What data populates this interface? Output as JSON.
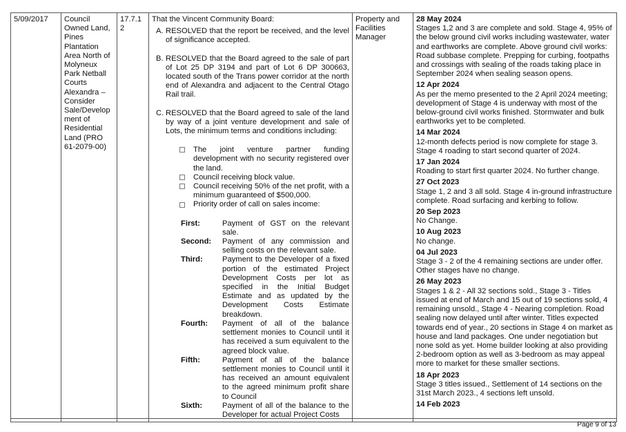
{
  "row": {
    "date": "5/09/2017",
    "subject": "Council Owned Land, Pines Plantation Area North of Molyneux Park Netball Courts Alexandra – Consider Sale/Develop ment of Residential Land (PRO 61-2079-00)",
    "item": "17.7.1 2",
    "resolution": {
      "intro": "That the Vincent Community Board:",
      "points": [
        {
          "label": "A.",
          "text": "RESOLVED that the report be received, and the level of significance accepted."
        },
        {
          "label": "B.",
          "text": "RESOLVED that the Board agreed to the sale of part of Lot 25 DP 3194 and part of Lot 6 DP 300663, located south of the Trans power corridor at the north end of Alexandra and adjacent to the Central Otago Rail trail."
        },
        {
          "label": "C.",
          "text": "RESOLVED that the Board agreed to sale of the land by way of a joint venture development and sale of Lots, the minimum terms and conditions including:"
        }
      ],
      "bullets": [
        "The joint venture partner funding development with no security registered over the land.",
        "Council receiving block value.",
        "Council receiving 50% of the net profit, with a minimum guaranteed of $500,000.",
        "Priority order of call on sales income:"
      ],
      "terms": [
        {
          "label": "First:",
          "text": "Payment of GST on the relevant sale."
        },
        {
          "label": "Second:",
          "text": "Payment of any commission and selling costs on the relevant sale."
        },
        {
          "label": "Third:",
          "text": "Payment to the Developer of a fixed portion of the estimated Project Development Costs per lot as specified in the Initial Budget Estimate and as updated by the Development Costs Estimate breakdown."
        },
        {
          "label": "Fourth:",
          "text": "Payment of all of the balance settlement monies to Council until it has received a sum equivalent to the agreed block value."
        },
        {
          "label": "Fifth:",
          "text": "Payment of all of the balance settlement monies to Council until it has received an amount equivalent to the agreed minimum profit share to Council"
        },
        {
          "label": "Sixth:",
          "text": "Payment of all of the balance to the Developer for actual Project Costs"
        }
      ]
    },
    "responsible": "Property and Facilities Manager",
    "updates": [
      {
        "date": "28 May 2024",
        "text": "Stages 1,2 and 3 are complete and sold. Stage 4, 95% of the below ground civil works including wastewater, water and earthworks are complete. Above ground civil works: Road subbase complete. Prepping for curbing, footpaths and crossings with sealing of the roads taking place in September 2024 when sealing season opens."
      },
      {
        "date": "12 Apr 2024",
        "text": "As per the memo presented to the 2 April 2024 meeting; development of Stage 4 is underway with most of the below-ground civil works finished.  Stormwater and bulk earthworks yet to be completed."
      },
      {
        "date": "14 Mar 2024",
        "text": "12-month defects period is now complete for stage 3. Stage 4 roading to start second quarter of 2024."
      },
      {
        "date": "17 Jan 2024",
        "text": "Roading to start first quarter 2024. No further change."
      },
      {
        "date": "27 Oct 2023",
        "text": "Stage 1, 2 and 3 all sold. Stage 4 in-ground infrastructure complete. Road surfacing and kerbing to follow."
      },
      {
        "date": "20 Sep 2023",
        "text": "No Change."
      },
      {
        "date": "10 Aug 2023",
        "text": "No change."
      },
      {
        "date": "04 Jul 2023",
        "text": "Stage 3 - 2 of the 4 remaining sections are under offer. Other stages have no change."
      },
      {
        "date": "26 May 2023",
        "text": "Stages 1 & 2 - All 32 sections sold., Stage 3 - Titles issued at end of March and 15 out of 19 sections sold, 4 remaining unsold., Stage 4 - Nearing completion. Road sealing now delayed until after winter. Titles expected towards end of year., 20 sections in Stage 4 on market as house and land packages. One under negotiation but none sold as yet. Home builder looking at also providing 2-bedroom option as well as 3-bedroom as may appeal more to market for these smaller sections."
      },
      {
        "date": "18 Apr 2023",
        "text": "Stage 3 titles issued., Settlement of 14 sections on the 31st March 2023., 4 sections left unsold."
      },
      {
        "date": "14 Feb 2023",
        "text": ""
      }
    ]
  },
  "footer": {
    "page": "Page 9 of 13"
  }
}
